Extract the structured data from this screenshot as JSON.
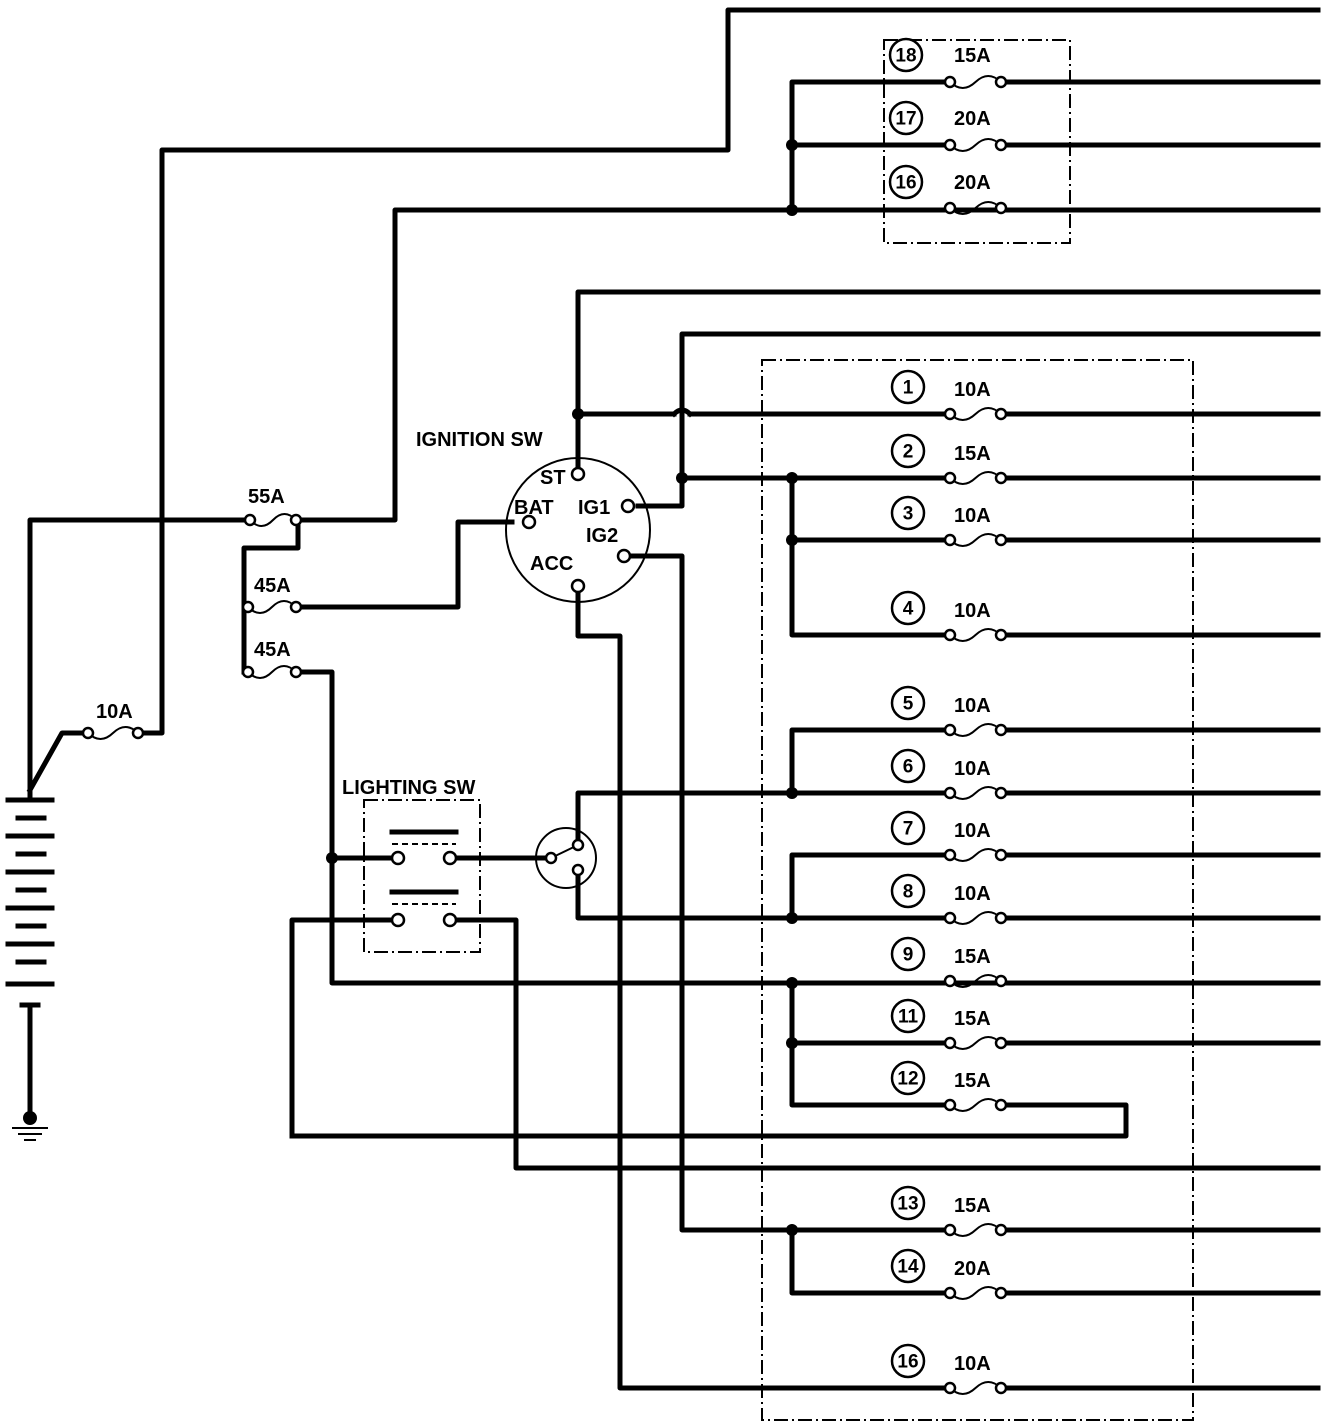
{
  "labels": {
    "ignition_switch": "IGNITION SW",
    "lighting_switch": "LIGHTING SW",
    "st": "ST",
    "bat": "BAT",
    "ig1": "IG1",
    "ig2": "IG2",
    "acc": "ACC"
  },
  "main_fuses": [
    {
      "rating": "55A"
    },
    {
      "rating": "45A"
    },
    {
      "rating": "45A"
    },
    {
      "rating": "10A"
    }
  ],
  "upper_fuse_box": [
    {
      "number": "18",
      "rating": "15A"
    },
    {
      "number": "17",
      "rating": "20A"
    },
    {
      "number": "16",
      "rating": "20A"
    }
  ],
  "lower_fuse_box": [
    {
      "number": "1",
      "rating": "10A"
    },
    {
      "number": "2",
      "rating": "15A"
    },
    {
      "number": "3",
      "rating": "10A"
    },
    {
      "number": "4",
      "rating": "10A"
    },
    {
      "number": "5",
      "rating": "10A"
    },
    {
      "number": "6",
      "rating": "10A"
    },
    {
      "number": "7",
      "rating": "10A"
    },
    {
      "number": "8",
      "rating": "10A"
    },
    {
      "number": "9",
      "rating": "15A"
    },
    {
      "number": "11",
      "rating": "15A"
    },
    {
      "number": "12",
      "rating": "15A"
    },
    {
      "number": "13",
      "rating": "15A"
    },
    {
      "number": "14",
      "rating": "20A"
    },
    {
      "number": "16",
      "rating": "10A"
    }
  ]
}
